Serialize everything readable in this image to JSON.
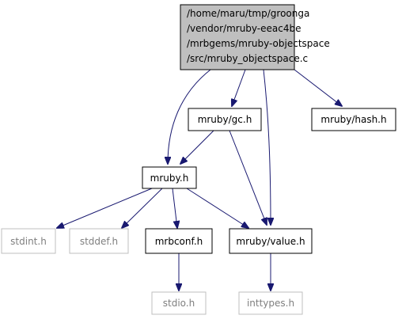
{
  "graph": {
    "colors": {
      "edge": "#191970",
      "root_fill": "#bfbfbf",
      "node_border": "#000000",
      "external_border": "#bfbfbf",
      "external_text": "#7f7f7f",
      "background": "#ffffff"
    },
    "nodes": {
      "root": {
        "lines": [
          "/home/maru/tmp/groonga",
          "/vendor/mruby-eeac4be",
          "/mrbgems/mruby-objectspace",
          "/src/mruby_objectspace.c"
        ]
      },
      "gc": {
        "label": "mruby/gc.h"
      },
      "hash": {
        "label": "mruby/hash.h"
      },
      "mruby": {
        "label": "mruby.h"
      },
      "stdint": {
        "label": "stdint.h"
      },
      "stddef": {
        "label": "stddef.h"
      },
      "mrbconf": {
        "label": "mrbconf.h"
      },
      "value": {
        "label": "mruby/value.h"
      },
      "stdio": {
        "label": "stdio.h"
      },
      "inttypes": {
        "label": "inttypes.h"
      }
    },
    "edges": [
      {
        "from": "root",
        "to": "gc"
      },
      {
        "from": "root",
        "to": "hash"
      },
      {
        "from": "root",
        "to": "mruby"
      },
      {
        "from": "root",
        "to": "value"
      },
      {
        "from": "gc",
        "to": "mruby"
      },
      {
        "from": "gc",
        "to": "value"
      },
      {
        "from": "mruby",
        "to": "stdint"
      },
      {
        "from": "mruby",
        "to": "stddef"
      },
      {
        "from": "mruby",
        "to": "mrbconf"
      },
      {
        "from": "mruby",
        "to": "value"
      },
      {
        "from": "mrbconf",
        "to": "stdio"
      },
      {
        "from": "value",
        "to": "inttypes"
      }
    ]
  }
}
